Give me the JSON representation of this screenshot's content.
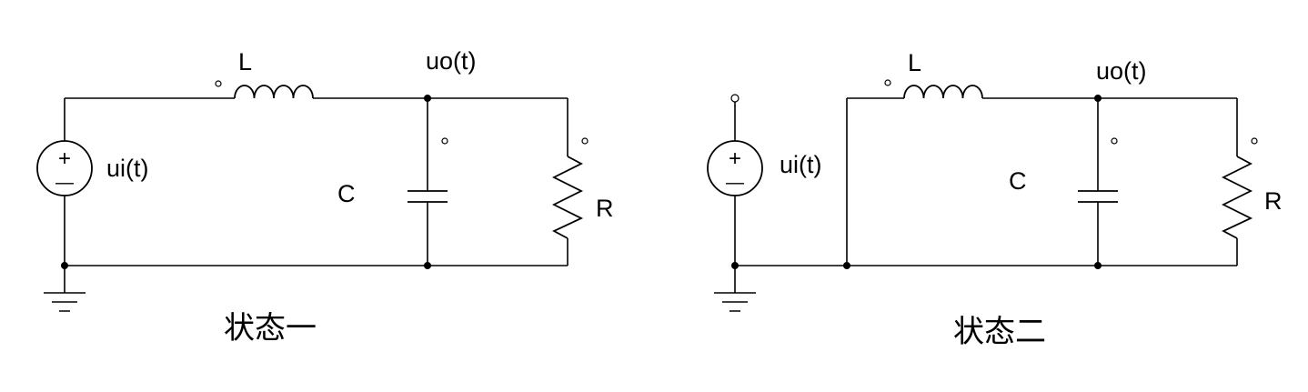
{
  "diagram_1": {
    "labels": {
      "inductor": "L",
      "output": "uo(t)",
      "source": "ui(t)",
      "capacitor": "C",
      "resistor": "R"
    },
    "caption": "状态一"
  },
  "diagram_2": {
    "labels": {
      "inductor": "L",
      "output": "uo(t)",
      "source": "ui(t)",
      "capacitor": "C",
      "resistor": "R"
    },
    "caption": "状态二"
  },
  "source_symbol": {
    "plus": "+",
    "minus": "—"
  }
}
